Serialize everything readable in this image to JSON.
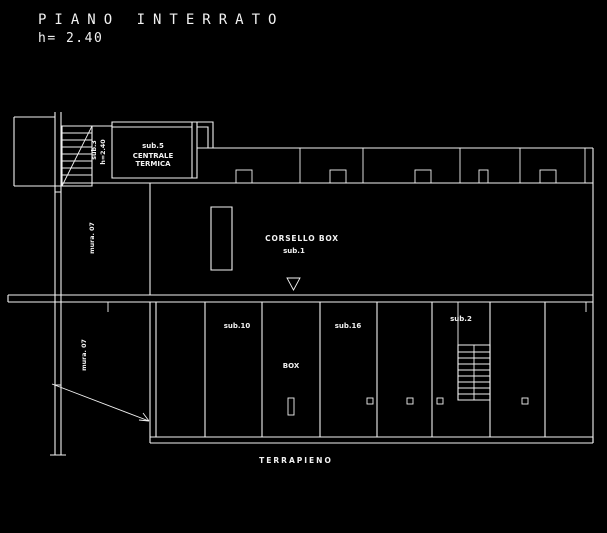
{
  "title": {
    "main": "PIANO INTERRATO",
    "height_note": "h= 2.40"
  },
  "plan": {
    "stairwell_label": "sub.3",
    "stairwell_height": "h=2.40",
    "boiler_room": {
      "sub": "sub.5",
      "name_line1": "CENTRALE",
      "name_line2": "TERMICA"
    },
    "wall_note_upper": "mura. 07",
    "wall_note_lower": "mura. 07",
    "corridor": {
      "name": "CORSELLO BOX",
      "sub": "sub.1"
    },
    "boxes": {
      "box10": "sub.10",
      "box16": "sub.16",
      "box2": "sub.2",
      "box_word": "BOX"
    },
    "ground_label": "TERRAPIENO"
  },
  "colors": {
    "background": "#000000",
    "line_color": "#f2f2f2"
  }
}
